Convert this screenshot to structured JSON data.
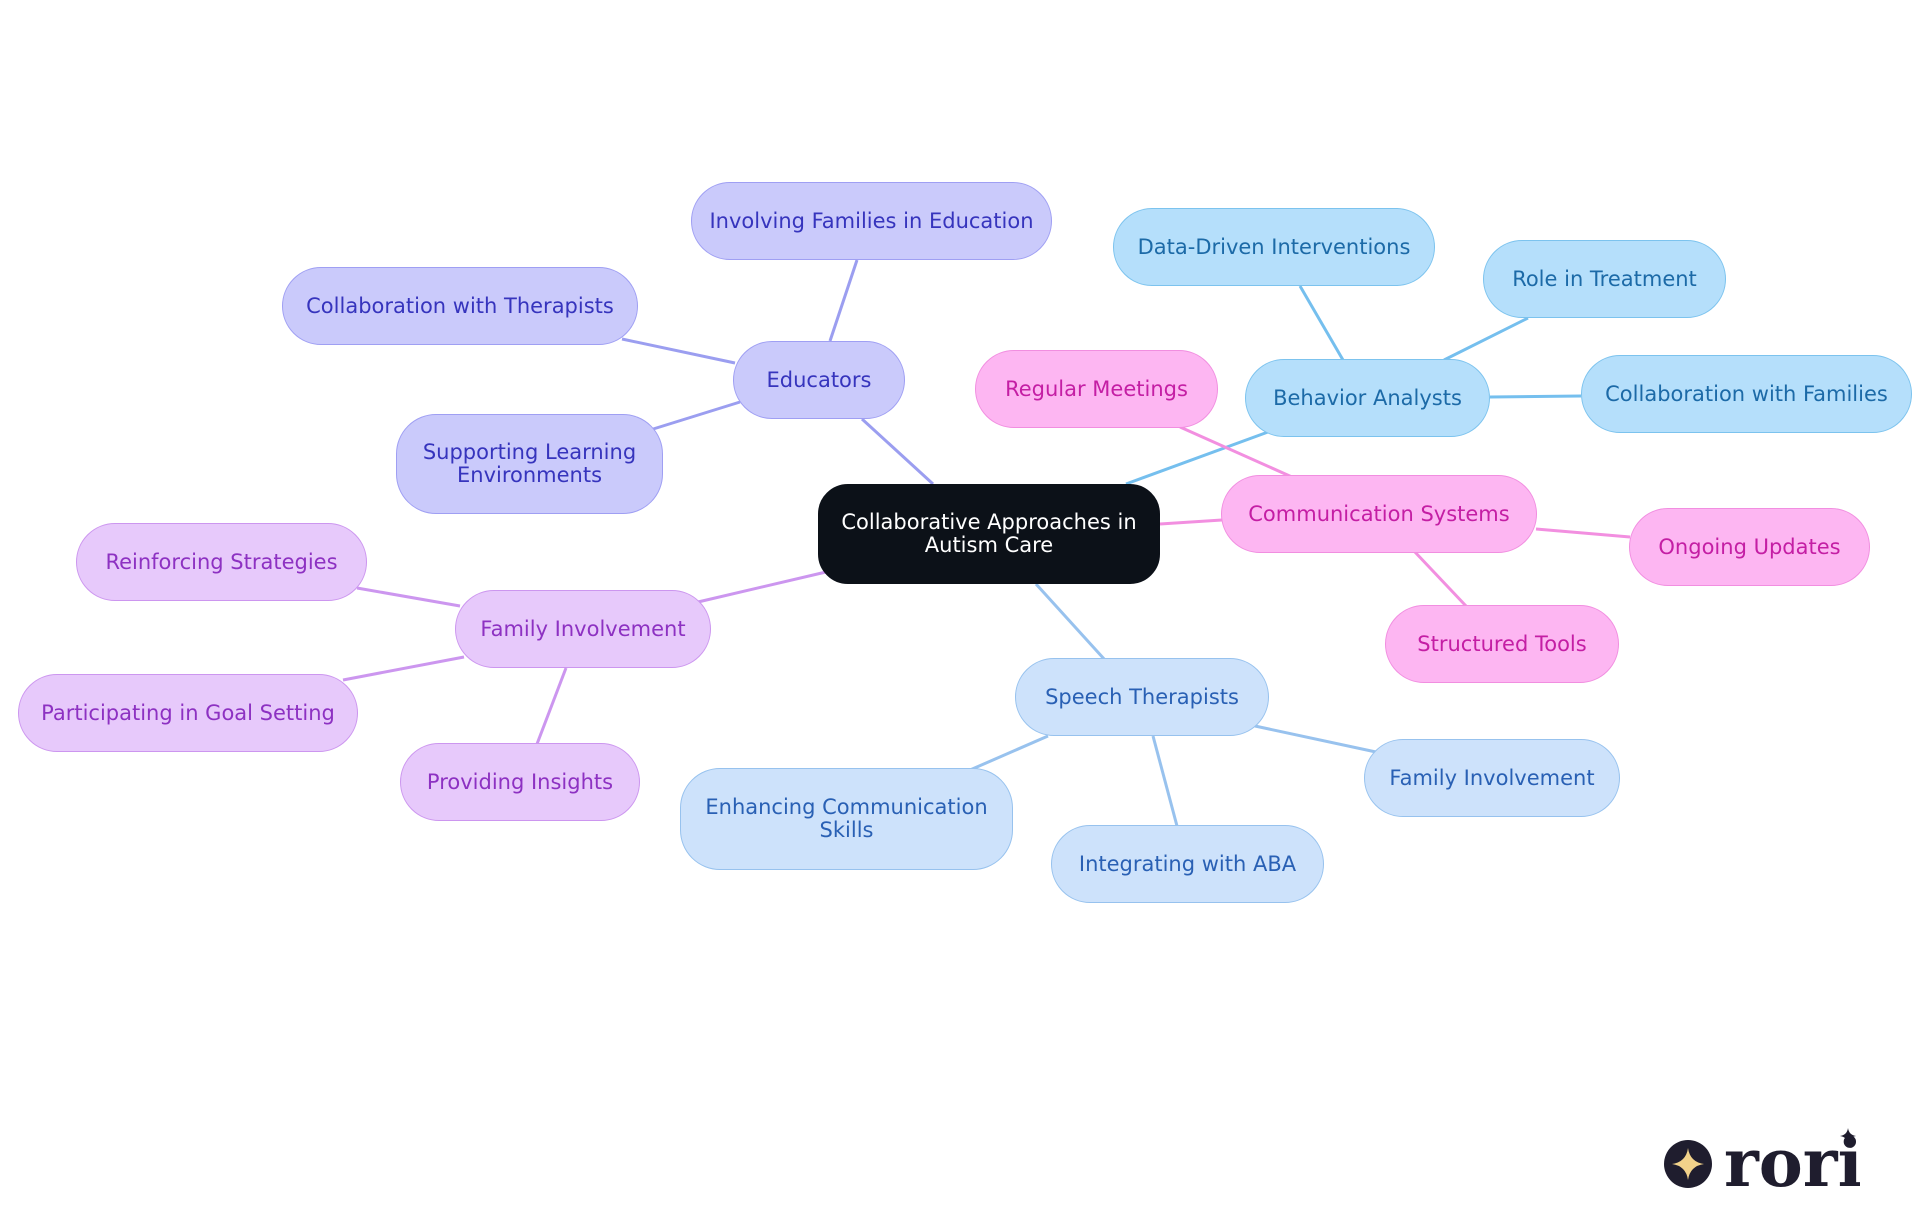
{
  "colors": {
    "root": "#0c1118",
    "educators": "#9b9ef0",
    "behavior_analysts": "#75bfee",
    "communication_systems": "#f28fe0",
    "speech_therapists": "#98c2ee",
    "family_involvement": "#cc96ef"
  },
  "diagram": {
    "root": {
      "label": "Collaborative Approaches in Autism Care"
    },
    "branches": [
      {
        "id": "educators",
        "label": "Educators",
        "color": "#9b9ef0",
        "children": [
          {
            "id": "edu-c1",
            "label": "Involving Families in Education"
          },
          {
            "id": "edu-c2",
            "label": "Collaboration with Therapists"
          },
          {
            "id": "edu-c3",
            "label": "Supporting Learning Environments"
          }
        ]
      },
      {
        "id": "behavior-analysts",
        "label": "Behavior Analysts",
        "color": "#75bfee",
        "children": [
          {
            "id": "ba-c1",
            "label": "Data-Driven Interventions"
          },
          {
            "id": "ba-c2",
            "label": "Role in Treatment"
          },
          {
            "id": "ba-c3",
            "label": "Collaboration with Families"
          }
        ]
      },
      {
        "id": "communication-systems",
        "label": "Communication Systems",
        "color": "#f28fe0",
        "children": [
          {
            "id": "cs-c1",
            "label": "Regular Meetings"
          },
          {
            "id": "cs-c2",
            "label": "Ongoing Updates"
          },
          {
            "id": "cs-c3",
            "label": "Structured Tools"
          }
        ]
      },
      {
        "id": "speech-therapists",
        "label": "Speech Therapists",
        "color": "#98c2ee",
        "children": [
          {
            "id": "st-c1",
            "label": "Enhancing Communication Skills"
          },
          {
            "id": "st-c2",
            "label": "Integrating with ABA"
          },
          {
            "id": "st-c3",
            "label": "Family Involvement"
          }
        ]
      },
      {
        "id": "family-involvement",
        "label": "Family Involvement",
        "color": "#cc96ef",
        "children": [
          {
            "id": "fi-c1",
            "label": "Reinforcing Strategies"
          },
          {
            "id": "fi-c2",
            "label": "Participating in Goal Setting"
          },
          {
            "id": "fi-c3",
            "label": "Providing Insights"
          }
        ]
      }
    ]
  },
  "logo": {
    "name": "rori-logo",
    "text": "rori",
    "icon": "sparkle-icon",
    "color": "#1f1d2e",
    "accent": "#f2d28a"
  }
}
